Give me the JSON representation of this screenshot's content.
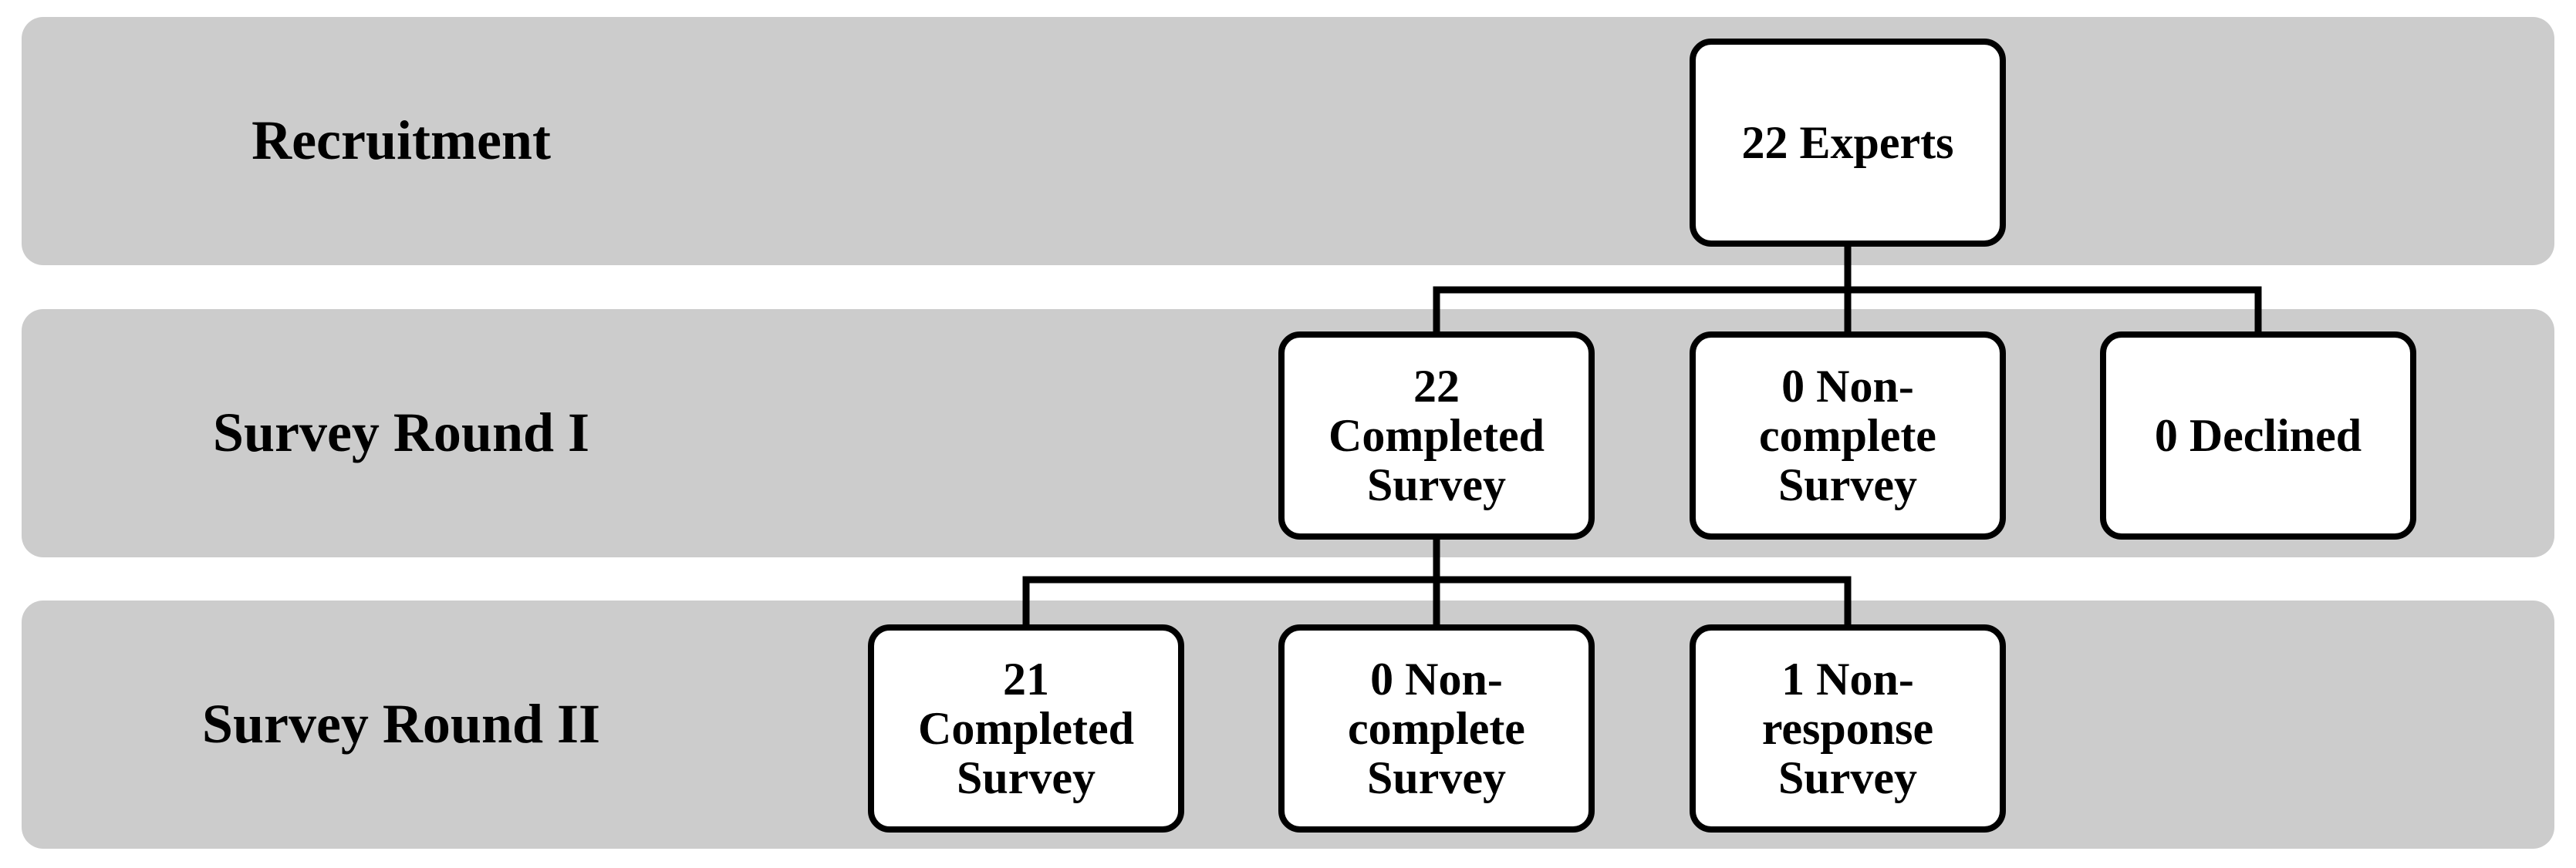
{
  "bands": [
    {
      "label": "Recruitment"
    },
    {
      "label": "Survey Round I"
    },
    {
      "label": "Survey Round II"
    }
  ],
  "nodes": {
    "experts": {
      "text": "22 Experts"
    },
    "r1_completed": {
      "text": "22\nCompleted\nSurvey"
    },
    "r1_noncomplete": {
      "text": "0 Non-\ncomplete\nSurvey"
    },
    "r1_declined": {
      "text": "0 Declined"
    },
    "r2_completed": {
      "text": "21\nCompleted\nSurvey"
    },
    "r2_noncomplete": {
      "text": "0 Non-\ncomplete\nSurvey"
    },
    "r2_nonresponse": {
      "text": "1 Non-\nresponse\nSurvey"
    }
  }
}
